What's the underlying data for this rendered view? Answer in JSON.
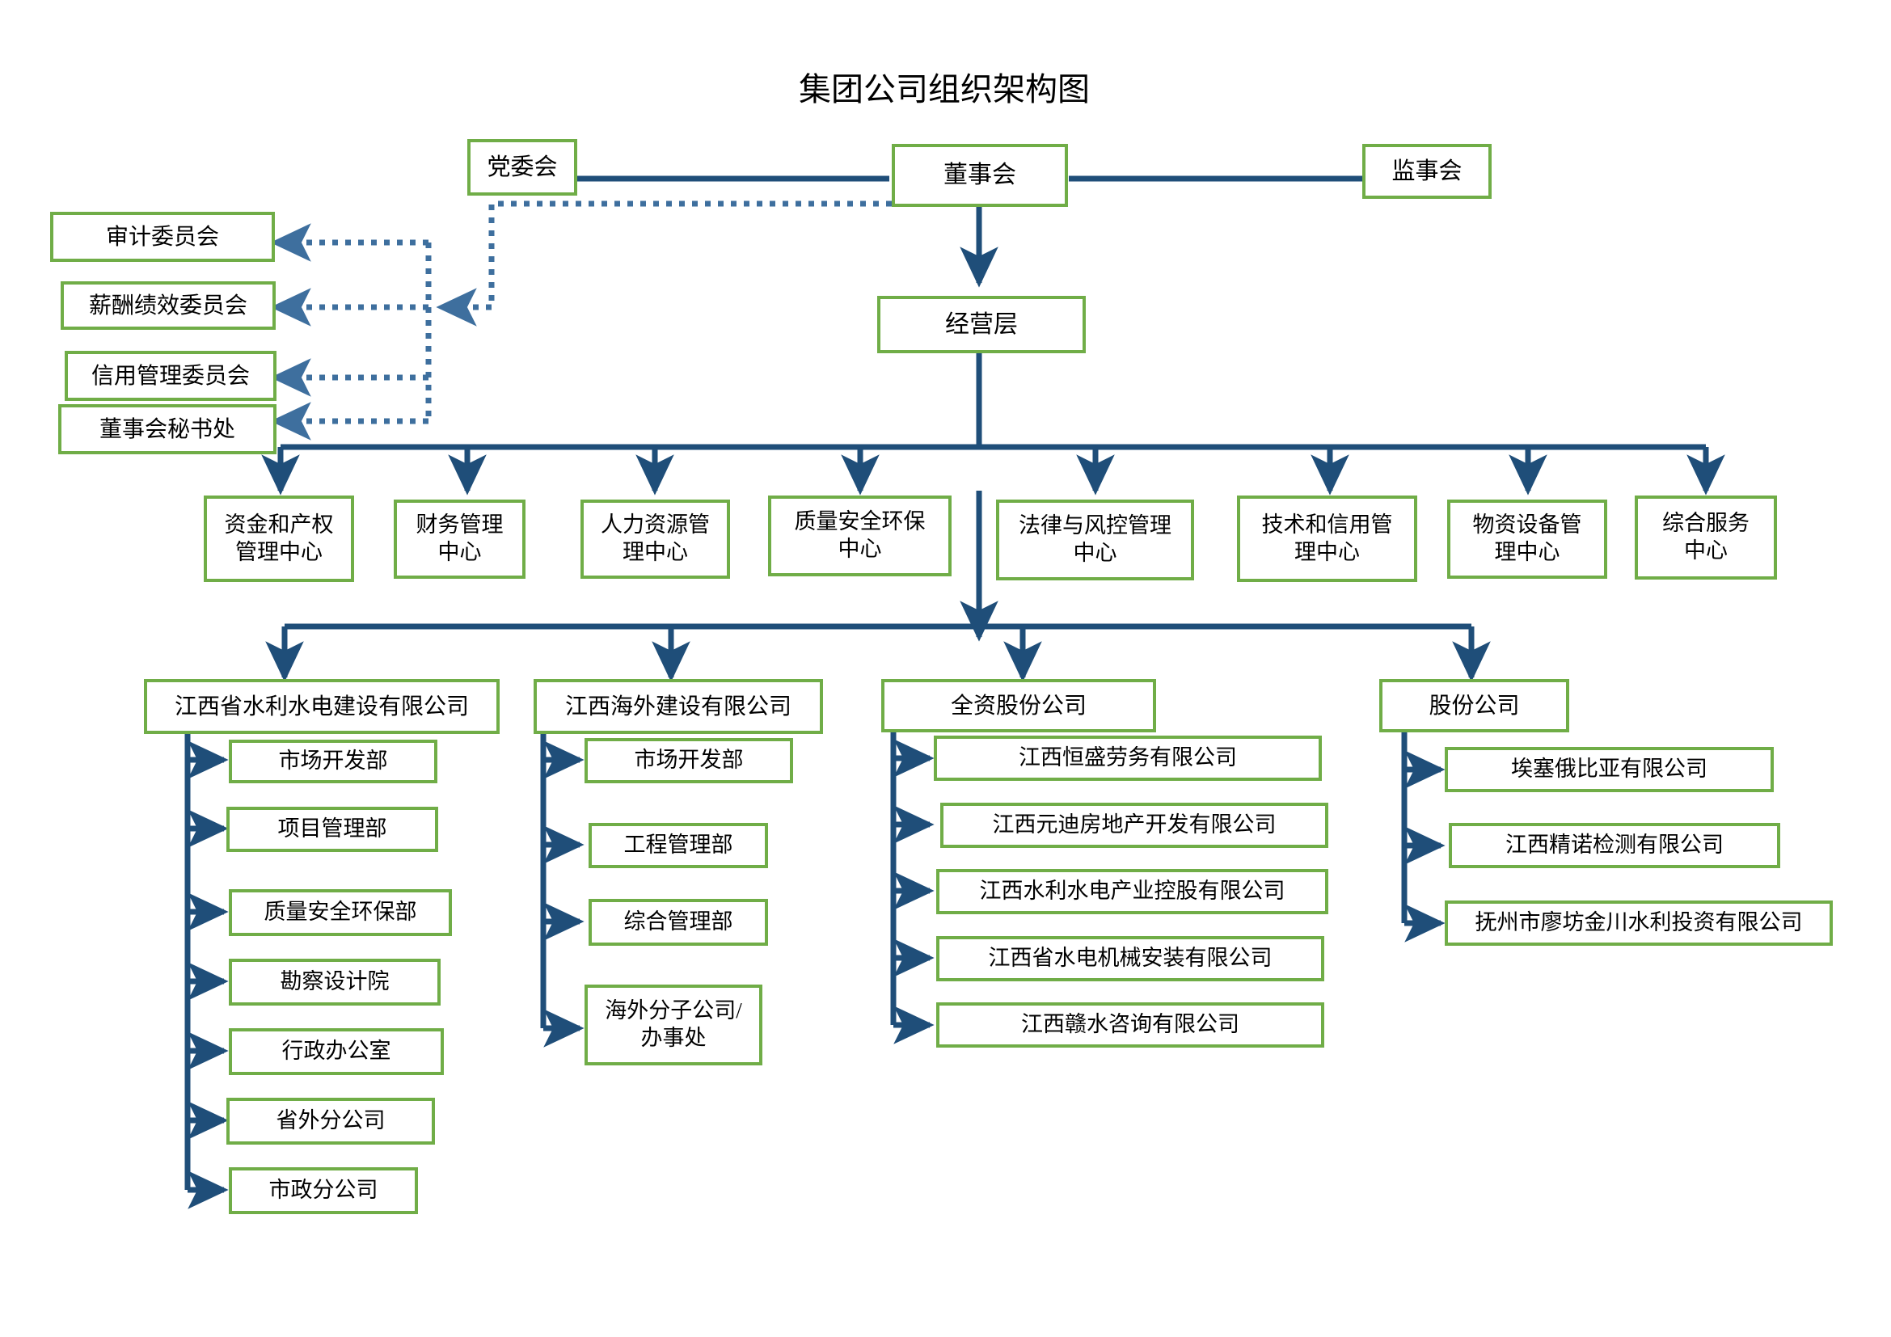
{
  "chart_data": {
    "type": "diagram",
    "title": "集团公司组织架构图",
    "diagram_kind": "organizational-chart",
    "colors": {
      "node_border": "#70AD47",
      "node_fill": "#FFFFFF",
      "connector_solid": "#1F4E79",
      "connector_dotted": "#3E6F9E",
      "text": "#000000",
      "background": "#FFFFFF"
    },
    "levels": [
      "governance",
      "management",
      "functional-centers",
      "subsidiaries",
      "departments"
    ]
  },
  "title": "集团公司组织架构图",
  "governance": {
    "party_committee": "党委会",
    "board": "董事会",
    "supervisors": "监事会"
  },
  "committees": [
    {
      "label": "审计委员会"
    },
    {
      "label": "薪酬绩效委员会"
    },
    {
      "label": "信用管理委员会"
    },
    {
      "label": "董事会秘书处"
    }
  ],
  "management": {
    "label": "经营层"
  },
  "centers": [
    {
      "label": "资金和产权\n管理中心"
    },
    {
      "label": "财务管理\n中心"
    },
    {
      "label": "人力资源管\n理中心"
    },
    {
      "label": "质量安全环保\n中心"
    },
    {
      "label": "法律与风控管理\n中心"
    },
    {
      "label": "技术和信用管\n理中心"
    },
    {
      "label": "物资设备管\n理中心"
    },
    {
      "label": "综合服务\n中心"
    }
  ],
  "subsidiaries": [
    {
      "label": "江西省水利水电建设有限公司",
      "children": [
        {
          "label": "市场开发部"
        },
        {
          "label": "项目管理部"
        },
        {
          "label": "质量安全环保部"
        },
        {
          "label": "勘察设计院"
        },
        {
          "label": "行政办公室"
        },
        {
          "label": "省外分公司"
        },
        {
          "label": "市政分公司"
        }
      ]
    },
    {
      "label": "江西海外建设有限公司",
      "children": [
        {
          "label": "市场开发部"
        },
        {
          "label": "工程管理部"
        },
        {
          "label": "综合管理部"
        },
        {
          "label": "海外分子公司/\n办事处"
        }
      ]
    },
    {
      "label": "全资股份公司",
      "children": [
        {
          "label": "江西恒盛劳务有限公司"
        },
        {
          "label": "江西元迪房地产开发有限公司"
        },
        {
          "label": "江西水利水电产业控股有限公司"
        },
        {
          "label": "江西省水电机械安装有限公司"
        },
        {
          "label": "江西赣水咨询有限公司"
        }
      ]
    },
    {
      "label": "股份公司",
      "children": [
        {
          "label": "埃塞俄比亚有限公司"
        },
        {
          "label": "江西精诺检测有限公司"
        },
        {
          "label": "抚州市廖坊金川水利投资有限公司"
        }
      ]
    }
  ]
}
